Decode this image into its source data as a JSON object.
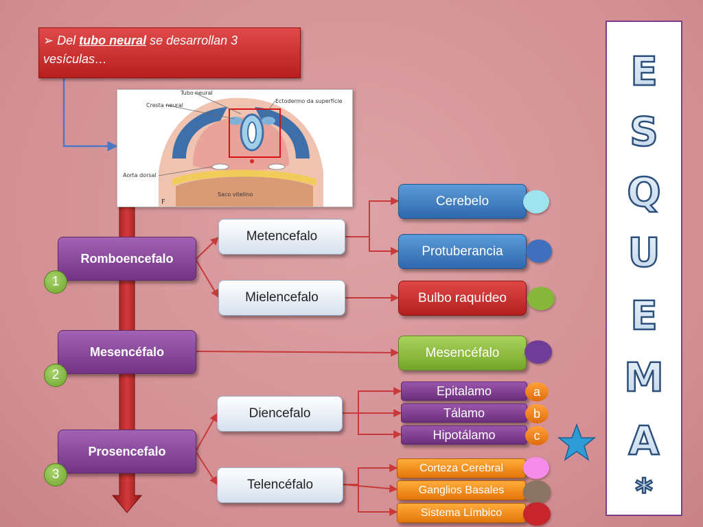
{
  "title": {
    "prefix": "Del ",
    "emph": "tubo neural",
    "rest": " se desarrollan 3 vesículas…"
  },
  "photo": {
    "labels": [
      "Tubo neural",
      "Cresta neural",
      "Ectodermo da superfície",
      "Aorta dorsal",
      "Saco vitelino",
      "F"
    ]
  },
  "vesicles": [
    {
      "label": "Romboencefalo",
      "num": "1"
    },
    {
      "label": "Mesencéfalo",
      "num": "2"
    },
    {
      "label": "Prosencefalo",
      "num": "3"
    }
  ],
  "secondary": [
    "Metencefalo",
    "Mielencefalo",
    "Diencefalo",
    "Telencéfalo"
  ],
  "leaves": {
    "cerebelo": "Cerebelo",
    "protuberancia": "Protuberancia",
    "bulbo": "Bulbo raquídeo",
    "mesencefalo": "Mesencéfalo",
    "epitalamo": "Epitalamo",
    "talamo": "Tálamo",
    "hipotalamo": "Hipotálamo",
    "corteza": "Corteza Cerebral",
    "ganglios": "Ganglios Basales",
    "limbico": "Sistema Límbico"
  },
  "letters": [
    "a",
    "b",
    "c"
  ],
  "dot_colors": {
    "cerebelo": "#9ee3ee",
    "protuberancia": "#3f6fbd",
    "bulbo": "#86b73a",
    "mesencefalo": "#6f3d98",
    "corteza": "#f58cea",
    "ganglios": "#8a7464",
    "limbico": "#c8242c"
  },
  "side_word": [
    "E",
    "S",
    "Q",
    "U",
    "E",
    "M",
    "A",
    "*"
  ],
  "colors": {
    "accent_red": "#c42a2a",
    "purple": "#743485",
    "star": "#2e9bd6"
  }
}
